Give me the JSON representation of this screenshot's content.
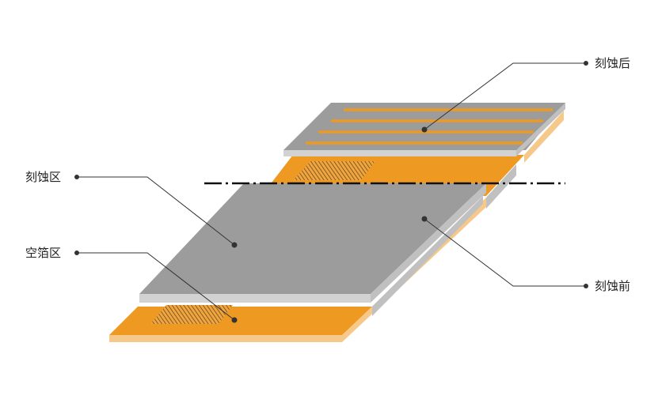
{
  "labels": {
    "after_etch": "刻蚀后",
    "etch_zone": "刻蚀区",
    "foil_zone": "空箔区",
    "before_etch": "刻蚀前"
  },
  "colors": {
    "background": "#ffffff",
    "copper": "#ee9a22",
    "copper_side": "#f6c98a",
    "metal_top": "#9c9c9c",
    "metal_edge": "#d2d2d2",
    "metal_side": "#c0c0c0",
    "hatch_fill": "#f0a640",
    "hatch_line": "#6b4718",
    "stripe": "#ee9a22",
    "leader": "#333333",
    "cut_line": "#111111"
  }
}
